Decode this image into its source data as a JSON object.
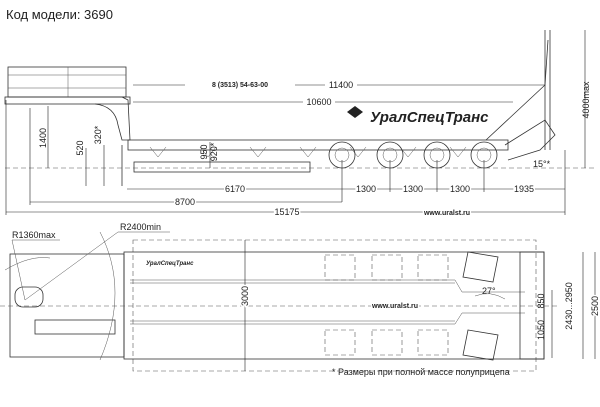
{
  "title": "Код модели: 3690",
  "side_view": {
    "phone": "8 (3513) 54-63-00",
    "dims": {
      "len_11400": "11400",
      "len_10600": "10600",
      "len_6170": "6170",
      "axle_1": "1300",
      "axle_2": "1300",
      "axle_3": "1300",
      "rear_1935": "1935",
      "len_8700": "8700",
      "total_15175": "15175",
      "height_4000": "4000max",
      "h_1400": "1400",
      "h_520": "520",
      "h_320": "320*",
      "h_950": "950",
      "h_920": "920*",
      "angle_15": "15°*"
    },
    "logo": "УралСпецТранс",
    "website": "www.uralst.ru"
  },
  "top_view": {
    "r_1360": "R1360max",
    "r_2400": "R2400min",
    "width_3000": "3000",
    "website": "www.uralst.ru",
    "angle_27": "27°",
    "d_850": "850",
    "d_1050": "1050",
    "d_2430": "2430...2950",
    "d_2500": "2500",
    "logo": "УралСпецТранс"
  },
  "footnote": "* Размеры при полной массе полуприцепа"
}
